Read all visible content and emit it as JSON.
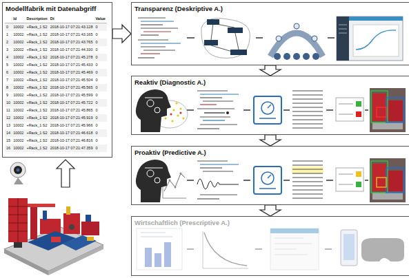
{
  "diagram": {
    "nodes": [
      {
        "text": [
          "Modellfabrik mit Datenabgriff"
        ]
      },
      {
        "text": [
          "Transparenz (Deskriptive A.)"
        ]
      },
      {
        "text": [
          "Reaktiv (Diagnostic A.)"
        ]
      },
      {
        "text": [
          "Proaktiv (Predictive A.)"
        ]
      },
      {
        "text": [
          "Wirtschaftlich (Prescriptive A.)"
        ]
      }
    ],
    "edges": [
      {
        "from": 0,
        "to": 1,
        "arrow": "to"
      },
      {
        "from": 1,
        "to": 2,
        "arrow": "to"
      },
      {
        "from": 2,
        "to": 3,
        "arrow": "to"
      },
      {
        "from": 3,
        "to": 4,
        "arrow": "to"
      }
    ],
    "labels": [
      "Id",
      "Description",
      "Dt",
      "Value",
      "0",
      "10002",
      "+Rack_1 S2",
      "2018-10-17 07:21:43.128",
      "0",
      "1",
      "10002",
      "+Rack_1 S2",
      "2018-10-17 07:21:43.165",
      "0",
      "2",
      "10002",
      "+Rack_1 S2",
      "2018-10-17 07:21:43.765",
      "0",
      "3",
      "10002",
      "+Rack_1 S2",
      "2018-10-17 07:21:44.330",
      "0",
      "4",
      "10002",
      "+Rack_1 S2",
      "2018-10-17 07:21:45.278",
      "0",
      "5",
      "10002",
      "+Rack_1 S2",
      "2018-10-17 07:21:45.433",
      "0",
      "6",
      "10002",
      "+Rack_1 S2",
      "2018-10-17 07:21:45.469",
      "0",
      "7",
      "10002",
      "+Rack_1 S2",
      "2018-10-17 07:21:45.504",
      "0",
      "8",
      "10002",
      "+Rack_1 S2",
      "2018-10-17 07:21:45.565",
      "0",
      "9",
      "10002",
      "+Rack_1 S2",
      "2018-10-17 07:21:45.599",
      "0",
      "10",
      "10002",
      "+Rack_1 S2",
      "2018-10-17 07:21:45.722",
      "0",
      "11",
      "10002",
      "+Rack_1 S2",
      "2018-10-17 07:21:45.865",
      "0",
      "12",
      "10002",
      "+Rack_1 S2",
      "2018-10-17 07:21:45.919",
      "0",
      "13",
      "10002",
      "+Rack_1 S2",
      "2018-10-17 07:21:45.966",
      "0",
      "14",
      "10002",
      "+Rack_1 S2",
      "2018-10-17 07:21:46.618",
      "0",
      "15",
      "10002",
      "+Rack_1 S2",
      "2018-10-17 07:21:46.816",
      "0",
      "16",
      "10002",
      "+Rack_1 S2",
      "2018-10-17 07:21:47.359",
      "0"
    ]
  }
}
